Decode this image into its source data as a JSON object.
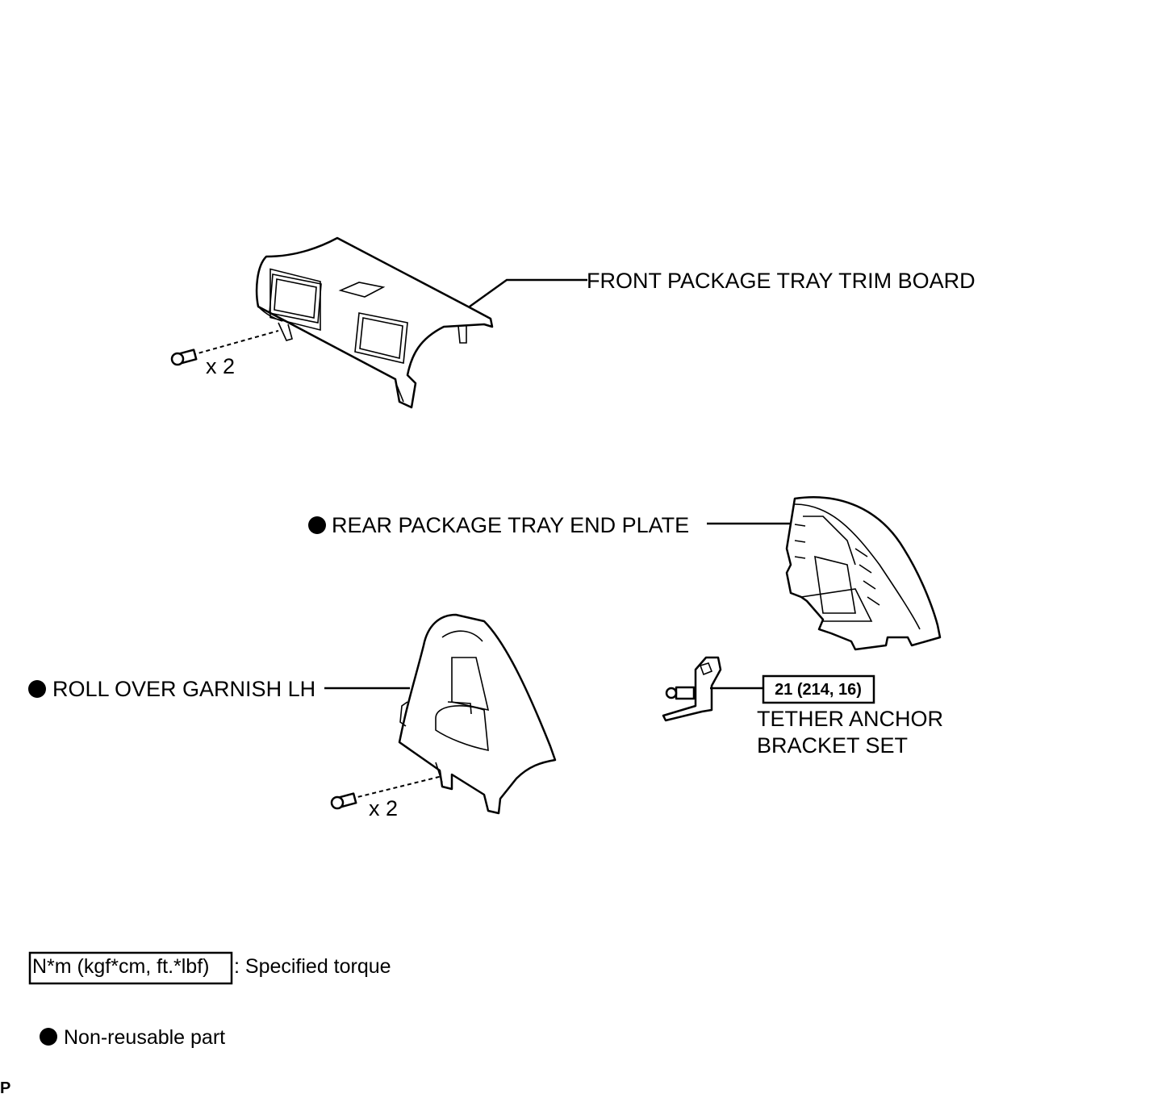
{
  "labels": {
    "front_tray": "FRONT PACKAGE TRAY TRIM BOARD",
    "rear_end_plate": "REAR PACKAGE TRAY END PLATE",
    "roll_over": "ROLL OVER GARNISH LH",
    "tether_line1": "TETHER ANCHOR",
    "tether_line2": "BRACKET SET",
    "qty_front": "x 2",
    "qty_roll": "x 2",
    "torque_value": "21 (214, 16)"
  },
  "legend": {
    "torque_box": "N*m (kgf*cm, ft.*lbf)",
    "torque_desc": ": Specified torque",
    "nonreusable": "Non-reusable part"
  },
  "corner_mark": "P"
}
